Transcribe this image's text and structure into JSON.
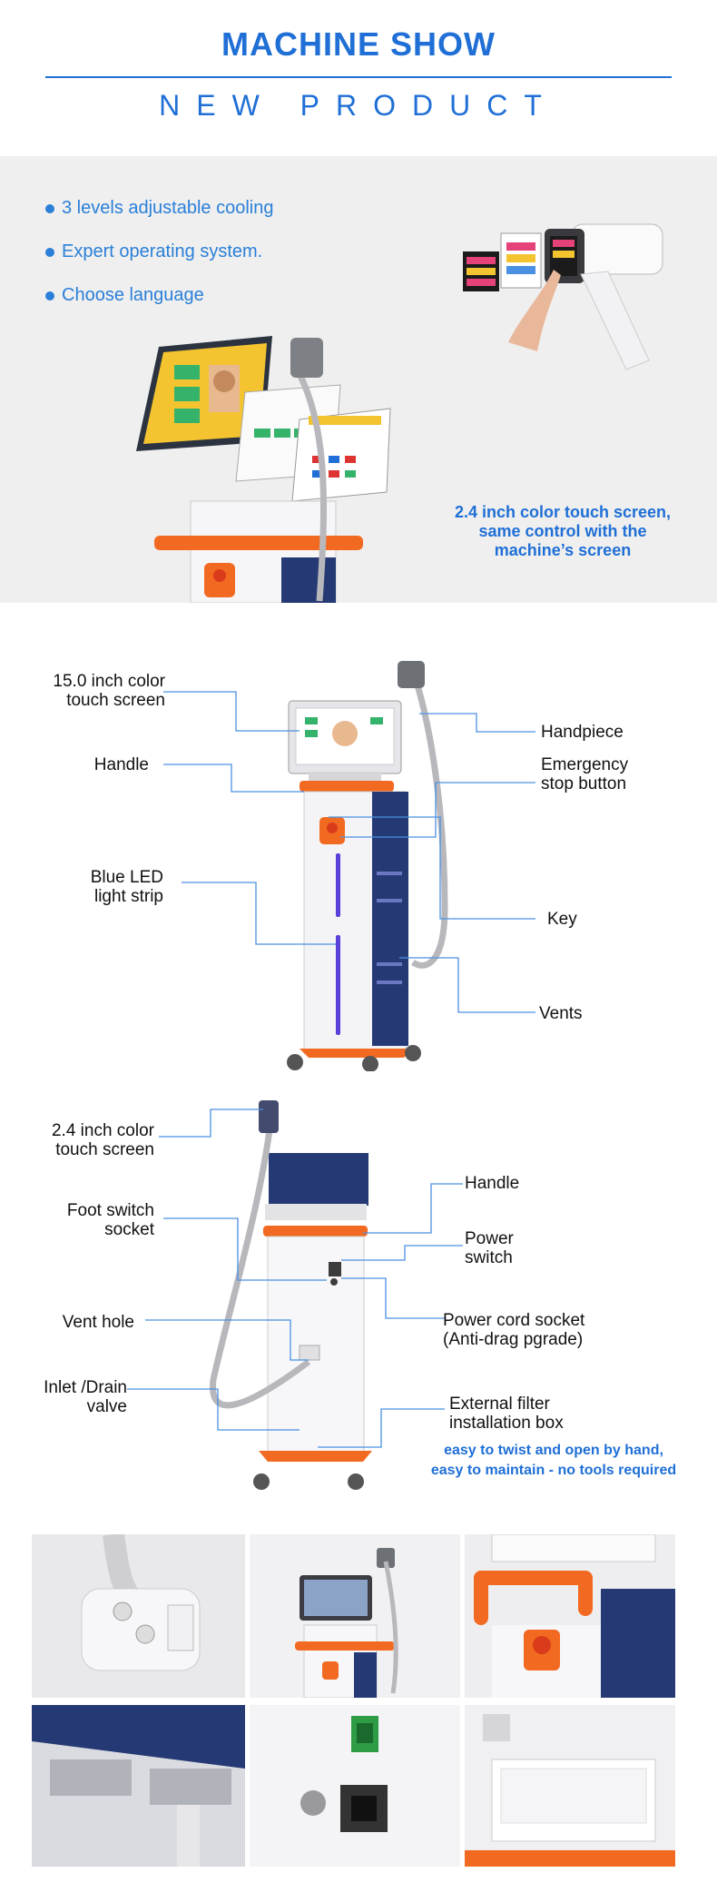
{
  "header": {
    "title": "MACHINE SHOW",
    "subtitle": "NEW PRODUCT"
  },
  "hero": {
    "features": [
      "3 levels adjustable cooling",
      "Expert operating system.",
      "Choose language"
    ],
    "note_lines": [
      "2.4 inch color  touch screen,",
      "same control with the",
      "machine’s screen"
    ]
  },
  "front_view": {
    "labels": {
      "touch_screen": [
        "15.0 inch color",
        "touch screen"
      ],
      "handle": "Handle",
      "blue_led": [
        "Blue LED",
        "light strip"
      ],
      "handpiece": "Handpiece",
      "emergency": [
        "Emergency",
        "stop button"
      ],
      "key": "Key",
      "vents": "Vents"
    }
  },
  "back_view": {
    "labels": {
      "small_screen": [
        "2.4 inch color",
        "touch screen"
      ],
      "foot_switch": [
        "Foot switch",
        "socket"
      ],
      "vent_hole": "Vent hole",
      "inlet": [
        "Inlet /Drain",
        "valve"
      ],
      "handle": "Handle",
      "power_switch": [
        "Power",
        "switch"
      ],
      "power_cord": [
        "Power cord socket",
        "(Anti-drag pgrade)"
      ],
      "filter": [
        "External filter",
        "installation box"
      ]
    },
    "note_lines": [
      "easy to twist and open by hand,",
      "easy to maintain - no tools  required"
    ]
  },
  "colors": {
    "accent": "#1f6fd6",
    "orange": "#f26a21",
    "navy": "#253a74"
  }
}
